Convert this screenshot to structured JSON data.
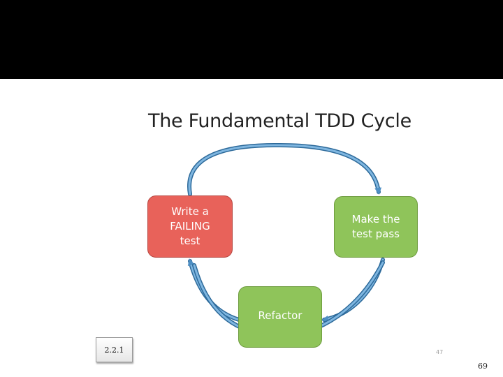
{
  "diagram": {
    "title": "The Fundamental TDD Cycle",
    "steps": {
      "write_failing_test": "Write a\nFAILING\ntest",
      "make_test_pass": "Make the\ntest pass",
      "refactor": "Refactor"
    }
  },
  "colors": {
    "failing_box": "#e8625a",
    "passing_box": "#8fc45a",
    "arrow": "#4e8fc4",
    "top_band": "#000000"
  },
  "footer": {
    "section_label": "2.2.1",
    "slide_number": "47",
    "page_number": "69"
  }
}
